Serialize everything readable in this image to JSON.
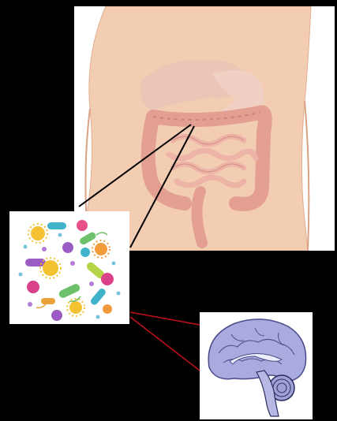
{
  "figure": {
    "panels": [
      {
        "id": "torso",
        "subject": "digestive-system-illustration"
      },
      {
        "id": "microbiome",
        "subject": "gut-microbes-cluster"
      },
      {
        "id": "brain",
        "subject": "brain-sagittal-section"
      }
    ],
    "connectors": [
      {
        "from": "torso",
        "to": "microbiome",
        "color": "#000000"
      },
      {
        "from": "microbiome",
        "to": "brain",
        "color": "#c0101a"
      }
    ]
  },
  "colors": {
    "background": "#000000",
    "skin": "#f1c9ad",
    "intestine": "#e7a397",
    "brain": "#a7a8dc",
    "connector_gut_brain": "#c0101a"
  }
}
